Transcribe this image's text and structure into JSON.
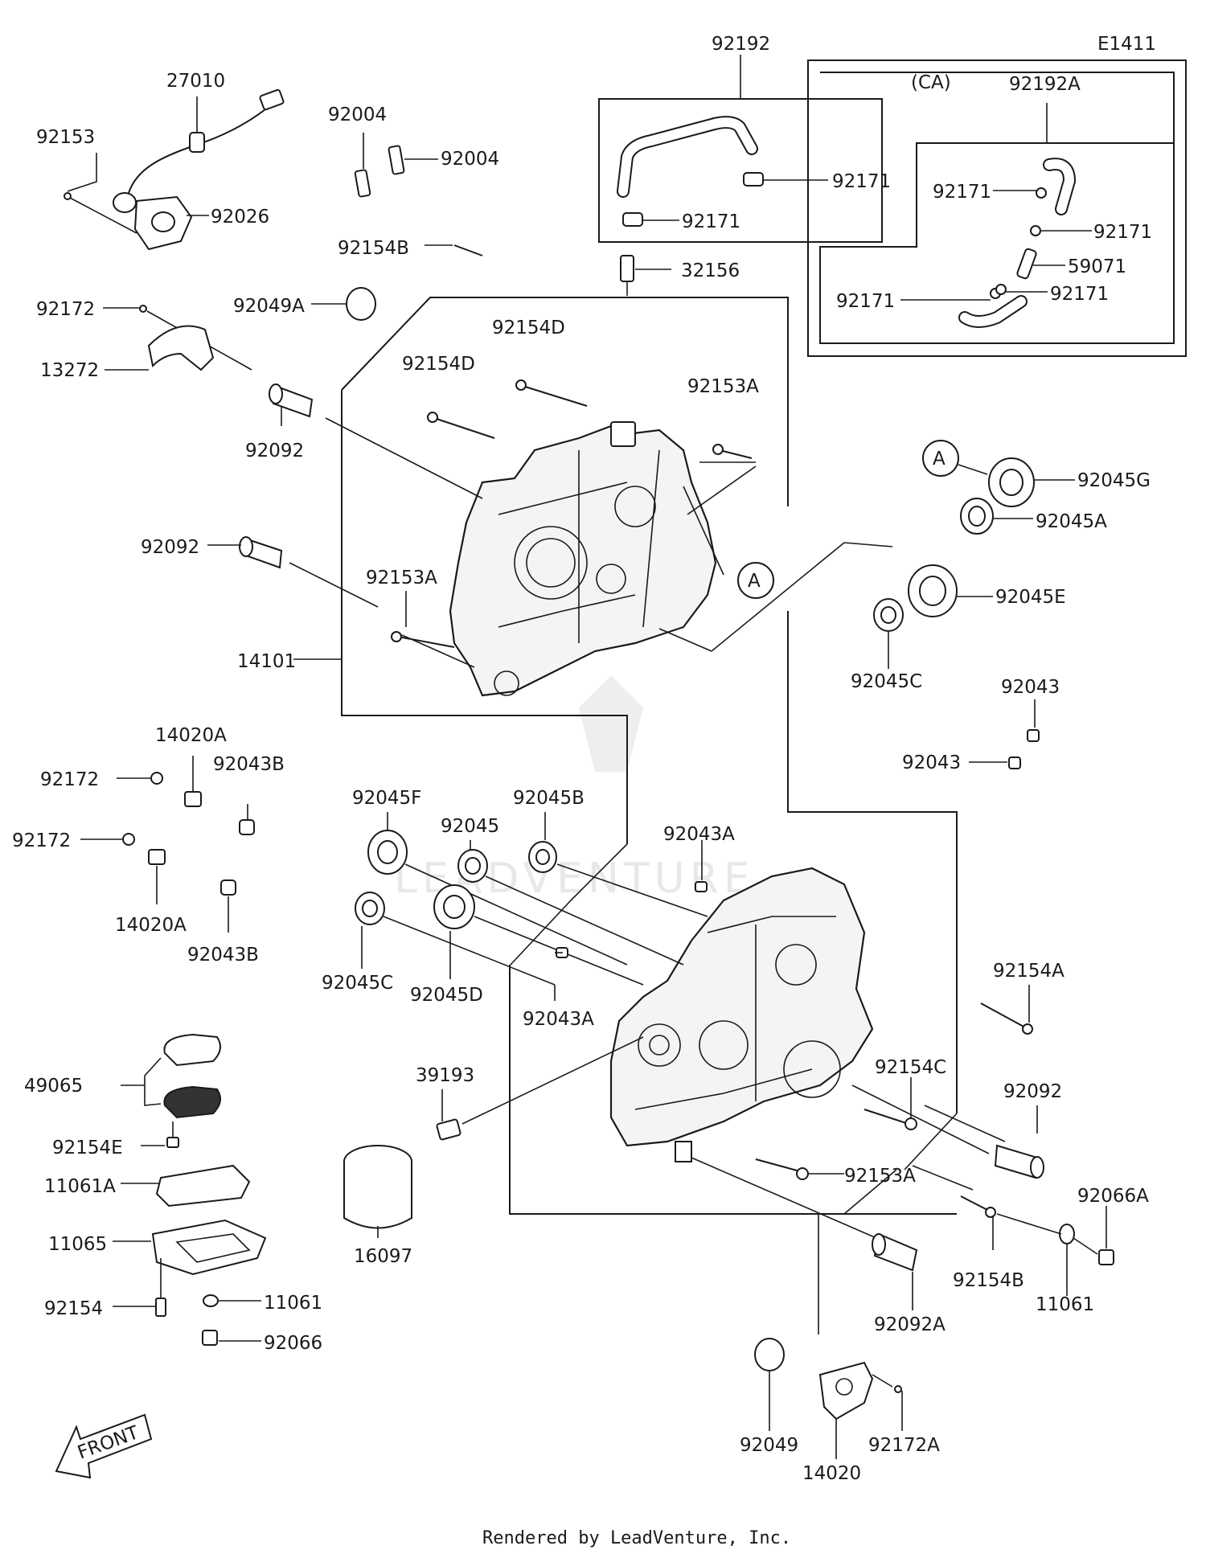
{
  "diagram_id": "E1411",
  "variant_note": "(CA)",
  "watermark": "LEADVENTURE",
  "footer": "Rendered by LeadVenture, Inc.",
  "front_arrow_label": "FRONT",
  "callout_letter": "A",
  "part_labels": {
    "p92192": "92192",
    "p92192A": "92192A",
    "p27010": "27010",
    "p92153": "92153",
    "p92026": "92026",
    "p92004_a": "92004",
    "p92004_b": "92004",
    "p92154B_top": "92154B",
    "p92171_1": "92171",
    "p92171_2": "92171",
    "p92171_3": "92171",
    "p92171_4": "92171",
    "p92171_5": "92171",
    "p92171_6": "92171",
    "p59071": "59071",
    "p32156": "32156",
    "p92172_top": "92172",
    "p92049A": "92049A",
    "p13272": "13272",
    "p92154D_a": "92154D",
    "p92154D_b": "92154D",
    "p92153A_top": "92153A",
    "p92092_top": "92092",
    "p92045G": "92045G",
    "p92045A": "92045A",
    "p92092_mid": "92092",
    "p92153A_mid": "92153A",
    "p92045E": "92045E",
    "p92045C_top": "92045C",
    "p14101": "14101",
    "p92043_a": "92043",
    "p92043_b": "92043",
    "p14020A_a": "14020A",
    "p92043B_a": "92043B",
    "p92172_mid1": "92172",
    "p92172_mid2": "92172",
    "p14020A_b": "14020A",
    "p92043B_b": "92043B",
    "p92045F": "92045F",
    "p92045": "92045",
    "p92045B": "92045B",
    "p92043A_top": "92043A",
    "p92045C_bot": "92045C",
    "p92045D": "92045D",
    "p92043A_bot": "92043A",
    "p92154A": "92154A",
    "p49065": "49065",
    "p39193": "39193",
    "p92154C": "92154C",
    "p92092_right": "92092",
    "p92154E": "92154E",
    "p11061A": "11061A",
    "p92153A_bot": "92153A",
    "p92066A": "92066A",
    "p11065": "11065",
    "p16097": "16097",
    "p92154B_bot": "92154B",
    "p11061_right": "11061",
    "p92154": "92154",
    "p11061_left": "11061",
    "p92092A": "92092A",
    "p92066": "92066",
    "p92049": "92049",
    "p92172A": "92172A",
    "p14020": "14020"
  },
  "icons": [
    "front-arrow-icon",
    "crankcase-upper",
    "crankcase-lower",
    "oil-filter",
    "oil-pan"
  ]
}
